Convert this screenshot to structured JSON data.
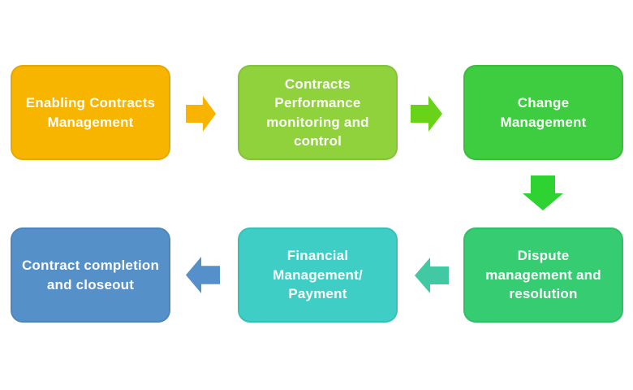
{
  "diagram": {
    "background": "#FFFFFF",
    "text_color": "#FDFDFD",
    "steps": [
      {
        "label": "Enabling Contracts\nManagement",
        "color": "#F7B500"
      },
      {
        "label": "Contracts\nPerformance\nmonitoring and\ncontrol",
        "color": "#8FD23C"
      },
      {
        "label": "Change\nManagement",
        "color": "#3ECC40"
      },
      {
        "label": "Dispute\nmanagement and\nresolution",
        "color": "#36CC71"
      },
      {
        "label": "Financial\nManagement/\nPayment",
        "color": "#3FCEC5"
      },
      {
        "label": "Contract completion\nand closeout",
        "color": "#5590C9"
      }
    ],
    "connectors": [
      {
        "from": "Enabling Contracts Management",
        "to": "Contracts Performance monitoring and control",
        "direction": "right",
        "color": "#F9B301"
      },
      {
        "from": "Contracts Performance monitoring and control",
        "to": "Change Management",
        "direction": "right",
        "color": "#69D319"
      },
      {
        "from": "Change Management",
        "to": "Dispute management and resolution",
        "direction": "down",
        "color": "#2ED231"
      },
      {
        "from": "Dispute management and resolution",
        "to": "Financial Management/ Payment",
        "direction": "left",
        "color": "#40C9A3"
      },
      {
        "from": "Financial Management/ Payment",
        "to": "Contract completion and closeout",
        "direction": "left",
        "color": "#5590CA"
      }
    ]
  }
}
